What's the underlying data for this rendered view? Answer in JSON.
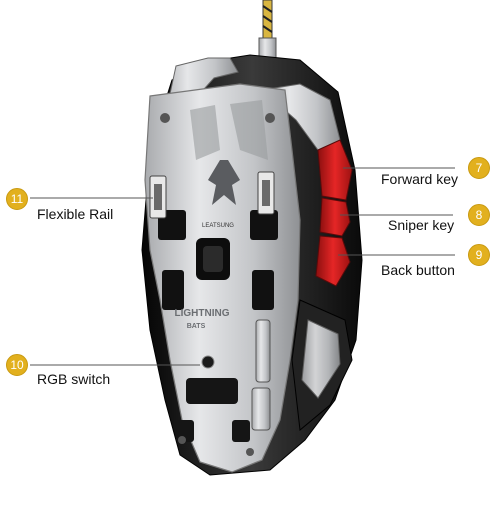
{
  "product": {
    "brand_text": "LEATSUNG",
    "model_line1": "LIGHTNING",
    "model_line2": "BATS"
  },
  "callouts": [
    {
      "number": "7",
      "label": "Forward key"
    },
    {
      "number": "8",
      "label": "Sniper key"
    },
    {
      "number": "9",
      "label": "Back button"
    },
    {
      "number": "10",
      "label": "RGB switch"
    },
    {
      "number": "11",
      "label": "Flexible Rail"
    }
  ],
  "colors": {
    "badge": "#e2b01e",
    "accent_red": "#d81e1e",
    "metal": "#c9cacc",
    "body_dark": "#1a1a1a"
  }
}
